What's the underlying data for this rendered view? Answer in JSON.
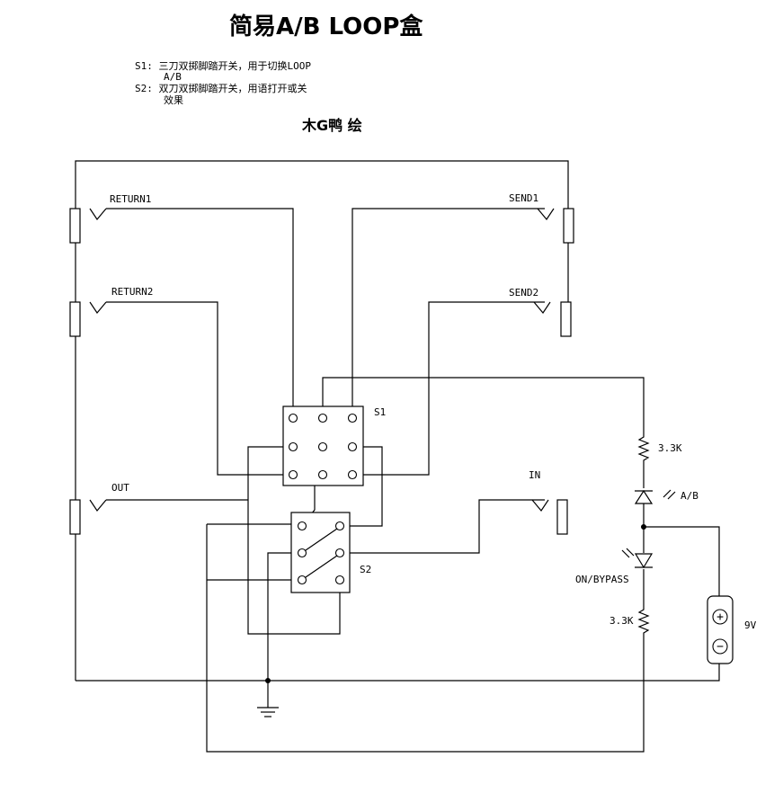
{
  "title": "简易A/B LOOP盒",
  "notes": {
    "s1_line1": "S1: 三刀双掷脚踏开关，用于切换LOOP",
    "s1_line2": "A/B",
    "s2_line1": "S2: 双刀双掷脚踏开关，用语打开或关",
    "s2_line2": "效果"
  },
  "author": "木G鸭 绘",
  "labels": {
    "return1": "RETURN1",
    "return2": "RETURN2",
    "send1": "SEND1",
    "send2": "SEND2",
    "out": "OUT",
    "in": "IN",
    "s1": "S1",
    "s2": "S2",
    "r1": "3.3K",
    "r2": "3.3K",
    "led_ab": "A/B",
    "led_bypass": "ON/BYPASS",
    "battery": "9V",
    "plus": "+",
    "minus": "−"
  },
  "colors": {
    "ink": "#000000",
    "background": "#ffffff"
  }
}
